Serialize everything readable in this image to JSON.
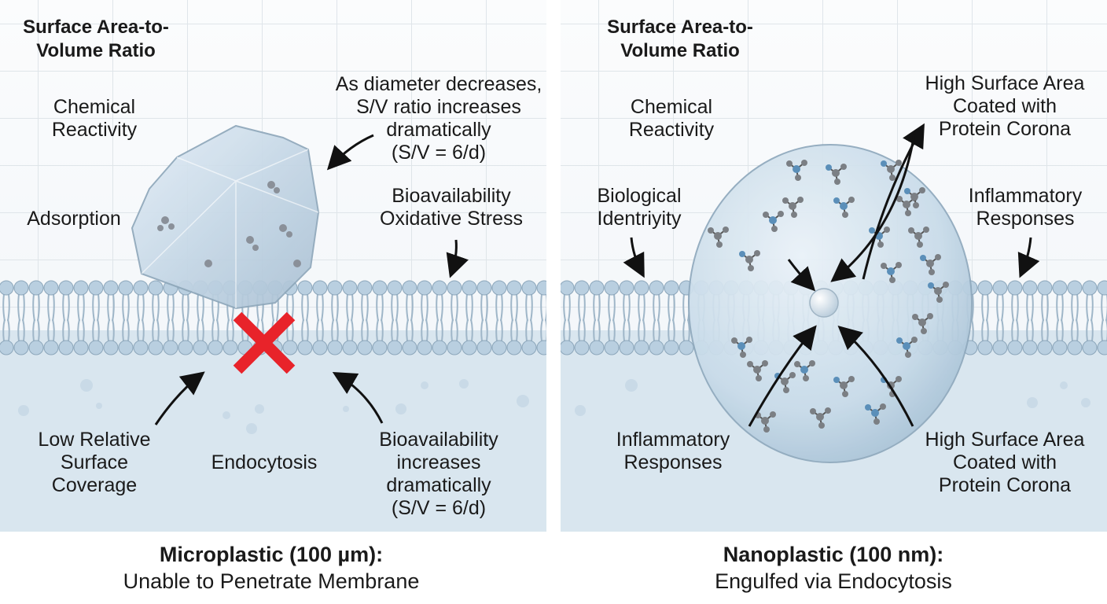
{
  "left": {
    "title_line1": "Surface Area-to-",
    "title_line2": "Volume Ratio",
    "label_chemical_1": "Chemical",
    "label_chemical_2": "Reactivity",
    "label_adsorption": "Adsorption",
    "label_sv_1": "As diameter decreases,",
    "label_sv_2": "S/V ratio increases",
    "label_sv_3": "dramatically",
    "label_sv_4": "(S/V = 6/d)",
    "label_bio_1": "Bioavailability",
    "label_bio_2": "Oxidative Stress",
    "label_low_1": "Low Relative",
    "label_low_2": "Surface",
    "label_low_3": "Coverage",
    "label_endocytosis": "Endocytosis",
    "label_bioinc_1": "Bioavailability",
    "label_bioinc_2": "increases",
    "label_bioinc_3": "dramatically",
    "label_bioinc_4": "(S/V = 6/d)",
    "caption_bold": "Microplastic (100 µm):",
    "caption_text": "Unable to Penetrate Membrane"
  },
  "right": {
    "title_line1": "Surface Area-to-",
    "title_line2": "Volume Ratio",
    "label_chemical_1": "Chemical",
    "label_chemical_2": "Reactivity",
    "label_identity_1": "Biological",
    "label_identity_2": "Identriyity",
    "label_corona_top_1": "High Surface Area",
    "label_corona_top_2": "Coated with",
    "label_corona_top_3": "Protein Corona",
    "label_inflam_top_1": "Inflammatory",
    "label_inflam_top_2": "Responses",
    "label_inflam_bottom_1": "Inflammatory",
    "label_inflam_bottom_2": "Responses",
    "label_corona_bottom_1": "High Surface Area",
    "label_corona_bottom_2": "Coated with",
    "label_corona_bottom_3": "Protein Corona",
    "caption_bold": "Nanoplastic (100 nm):",
    "caption_text": "Engulfed via Endocytosis"
  },
  "colors": {
    "membrane_head": "#b9cfe0",
    "membrane_tail": "#9fb6c8",
    "cytoplasm": "#d9e6ef",
    "cross": "#e8232a",
    "molecule_blue": "#5b8fb9",
    "molecule_gray": "#7b7f84"
  }
}
